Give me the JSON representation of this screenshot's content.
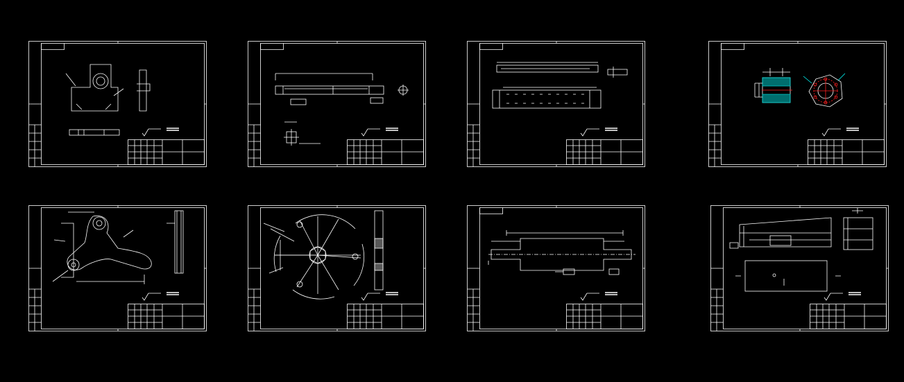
{
  "application": {
    "background_color": "#000000",
    "line_color": "#ffffff",
    "accent_colors": {
      "hatch": "#00c8c8",
      "center_marks": "#ff2020",
      "callouts": "#00ffff"
    }
  },
  "sheets": [
    {
      "id": "sheet-1",
      "subject": "bracket-lever",
      "row": 1,
      "column": 1
    },
    {
      "id": "sheet-2",
      "subject": "long-shaft",
      "row": 1,
      "column": 2
    },
    {
      "id": "sheet-3",
      "subject": "spline-bar",
      "row": 1,
      "column": 3
    },
    {
      "id": "sheet-4",
      "subject": "flange-sleeve",
      "row": 1,
      "column": 4
    },
    {
      "id": "sheet-5",
      "subject": "curved-lever",
      "row": 2,
      "column": 1
    },
    {
      "id": "sheet-6",
      "subject": "star-wheel",
      "row": 2,
      "column": 2
    },
    {
      "id": "sheet-7",
      "subject": "stepped-shaft",
      "row": 2,
      "column": 3
    },
    {
      "id": "sheet-8",
      "subject": "block-assembly",
      "row": 2,
      "column": 4
    }
  ],
  "icons": {
    "surface_finish": "surface-finish-icon",
    "title_block": "title-block-grid",
    "revision_strip": "revision-strip"
  }
}
